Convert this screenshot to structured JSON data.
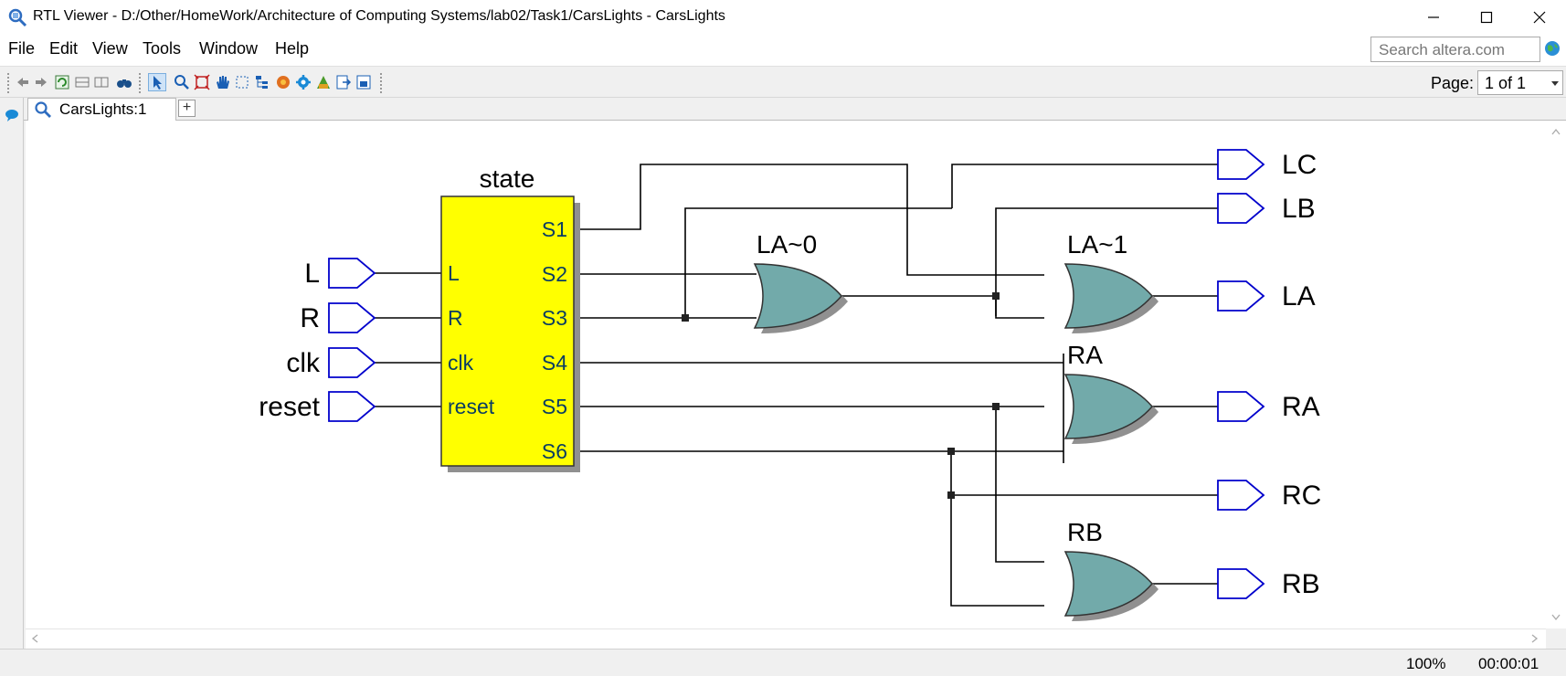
{
  "window": {
    "title": "RTL Viewer - D:/Other/HomeWork/Architecture of Computing Systems/lab02/Task1/CarsLights - CarsLights"
  },
  "menu": [
    "File",
    "Edit",
    "View",
    "Tools",
    "Window",
    "Help"
  ],
  "search": {
    "placeholder": "Search altera.com"
  },
  "toolbar": {
    "page_label": "Page:",
    "page_value": "1 of 1"
  },
  "tab": {
    "label": "CarsLights:1",
    "add_label": "+"
  },
  "schematic": {
    "state_block": {
      "name": "state",
      "inputs": [
        "L",
        "R",
        "clk",
        "reset"
      ],
      "outputs": [
        "S1",
        "S2",
        "S3",
        "S4",
        "S5",
        "S6"
      ]
    },
    "input_ports": [
      "L",
      "R",
      "clk",
      "reset"
    ],
    "gates": {
      "la0": "LA~0",
      "la1": "LA~1",
      "ra": "RA",
      "rb": "RB"
    },
    "output_ports": [
      "LC",
      "LB",
      "LA",
      "RA",
      "RC",
      "RB"
    ],
    "colors": {
      "block_fill": "#ffff00",
      "gate_fill": "#72aaaa",
      "port_stroke": "#0000cc",
      "pin_text": "#0a3d62"
    }
  },
  "status": {
    "zoom": "100%",
    "time": "00:00:01"
  }
}
